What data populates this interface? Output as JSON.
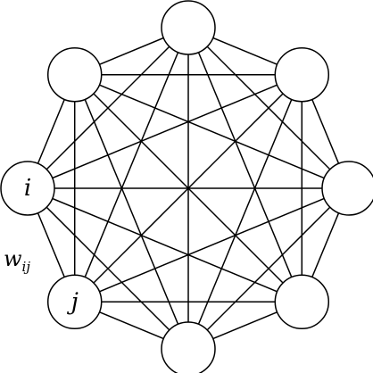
{
  "diagram": {
    "type": "complete-graph",
    "node_count": 8,
    "edge_style": "all-pairs",
    "colors": {
      "stroke": "#000000",
      "fill": "#ffffff"
    },
    "node_labels": [
      "",
      "",
      "",
      "",
      "",
      "j",
      "i",
      ""
    ],
    "edge_label": {
      "base": "w",
      "subscript": "ij"
    }
  }
}
